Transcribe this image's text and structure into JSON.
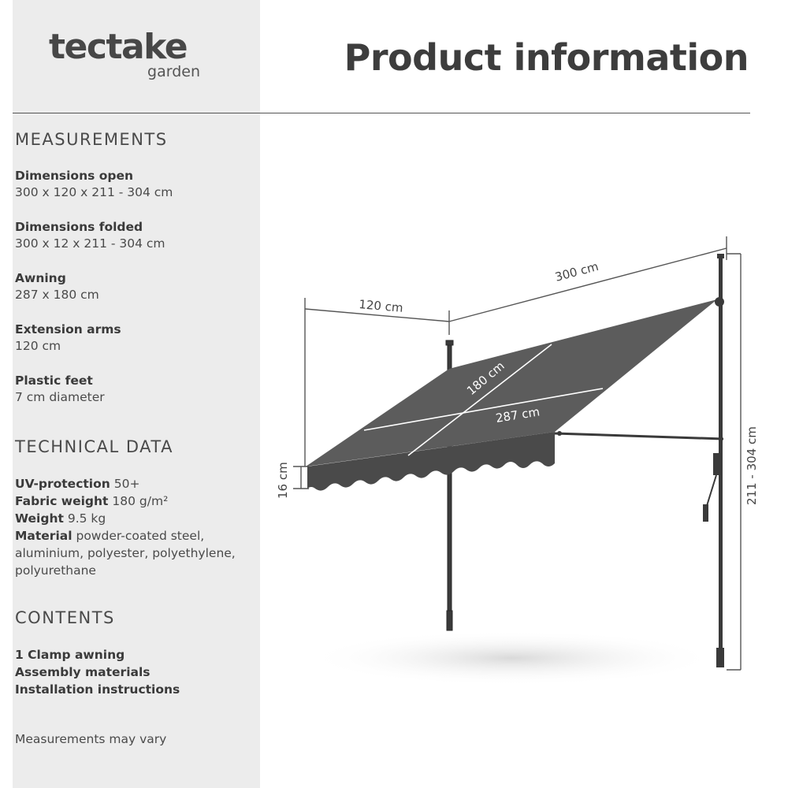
{
  "brand": {
    "name": "tectake",
    "sub": "garden"
  },
  "title": "Product information",
  "measurements": {
    "heading": "MEASUREMENTS",
    "items": [
      {
        "label": "Dimensions open",
        "value": "300 x 120 x 211 - 304 cm"
      },
      {
        "label": "Dimensions folded",
        "value": "300 x 12 x 211 - 304 cm"
      },
      {
        "label": "Awning",
        "value": "287 x 180 cm"
      },
      {
        "label": "Extension arms",
        "value": "120 cm"
      },
      {
        "label": "Plastic feet",
        "value": "7 cm diameter"
      }
    ]
  },
  "technical": {
    "heading": "TECHNICAL DATA",
    "items": [
      {
        "label": "UV-protection",
        "value": "50+"
      },
      {
        "label": "Fabric weight",
        "value": "180 g/m²"
      },
      {
        "label": "Weight",
        "value": "9.5 kg"
      },
      {
        "label": "Material",
        "value": "powder-coated steel, aluminium, polyester, polyethylene, polyurethane"
      }
    ]
  },
  "contents": {
    "heading": "CONTENTS",
    "items": [
      "1 Clamp awning",
      "Assembly materials",
      "Installation instructions"
    ]
  },
  "note": "Measurements may vary",
  "dimensions": {
    "width": "300  cm",
    "depth": "120 cm",
    "fabric_width": "287 cm",
    "fabric_depth": "180 cm",
    "valance": "16 cm",
    "height": "211 - 304 cm"
  },
  "colors": {
    "sidebar": "#ececec",
    "fabric": "#5c5c5c",
    "pole": "#3a3a3a",
    "rule": "#555555"
  }
}
